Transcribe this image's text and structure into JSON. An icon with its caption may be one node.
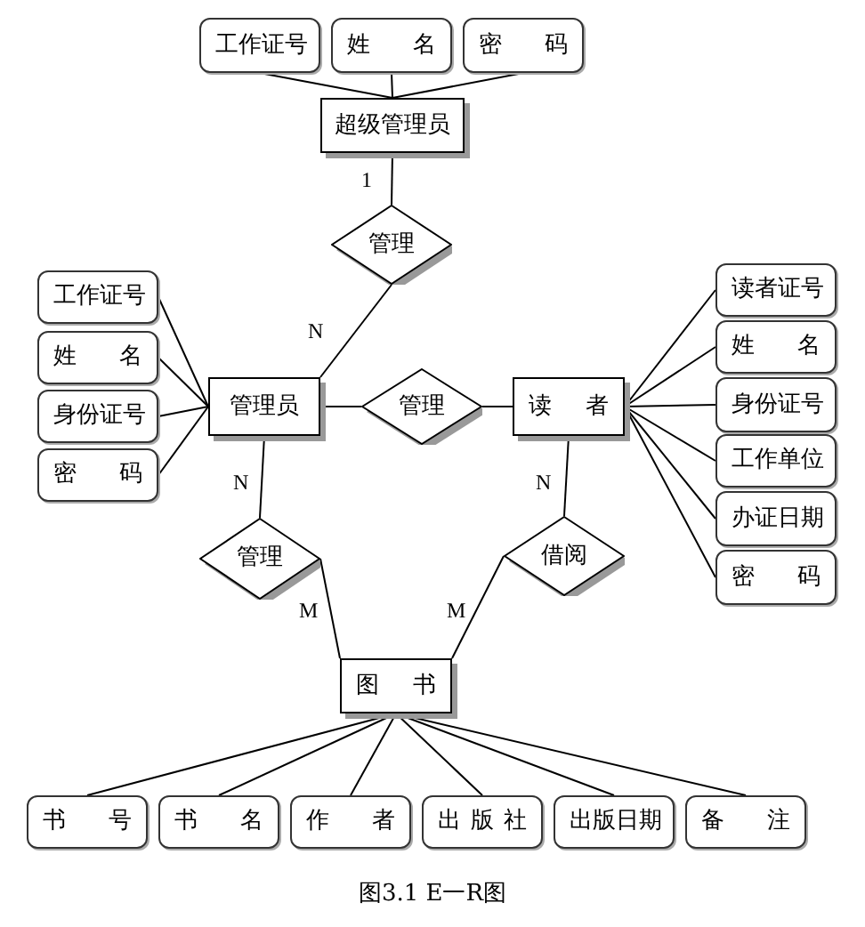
{
  "diagram": {
    "caption": "图3.1 E一R图",
    "nodes": [
      {
        "text": [
          "超级管理员"
        ]
      },
      {
        "text": [
          "工作证号"
        ]
      },
      {
        "text": [
          "姓 名"
        ]
      },
      {
        "text": [
          "密 码"
        ]
      },
      {
        "text": [
          "管理"
        ]
      },
      {
        "text": [
          "管理员"
        ]
      },
      {
        "text": [
          "工作证号"
        ]
      },
      {
        "text": [
          "姓 名"
        ]
      },
      {
        "text": [
          "身份证号"
        ]
      },
      {
        "text": [
          "密 码"
        ]
      },
      {
        "text": [
          "管理"
        ]
      },
      {
        "text": [
          "读 者"
        ]
      },
      {
        "text": [
          "读者证号"
        ]
      },
      {
        "text": [
          "姓 名"
        ]
      },
      {
        "text": [
          "身份证号"
        ]
      },
      {
        "text": [
          "工作单位"
        ]
      },
      {
        "text": [
          "办证日期"
        ]
      },
      {
        "text": [
          "密 码"
        ]
      },
      {
        "text": [
          "管理"
        ]
      },
      {
        "text": [
          "借阅"
        ]
      },
      {
        "text": [
          "图 书"
        ]
      },
      {
        "text": [
          "书 号"
        ]
      },
      {
        "text": [
          "书 名"
        ]
      },
      {
        "text": [
          "作 者"
        ]
      },
      {
        "text": [
          "出 版 社"
        ]
      },
      {
        "text": [
          "出版日期"
        ]
      },
      {
        "text": [
          "备 注"
        ]
      }
    ],
    "edges": [
      {
        "from": 1,
        "to": 0,
        "arrow": "none"
      },
      {
        "from": 2,
        "to": 0,
        "arrow": "none"
      },
      {
        "from": 3,
        "to": 0,
        "arrow": "none"
      },
      {
        "from": 0,
        "to": 4,
        "arrow": "none",
        "label": "1"
      },
      {
        "from": 4,
        "to": 5,
        "arrow": "none",
        "label": "N"
      },
      {
        "from": 6,
        "to": 5,
        "arrow": "none"
      },
      {
        "from": 7,
        "to": 5,
        "arrow": "none"
      },
      {
        "from": 8,
        "to": 5,
        "arrow": "none"
      },
      {
        "from": 9,
        "to": 5,
        "arrow": "none"
      },
      {
        "from": 5,
        "to": 10,
        "arrow": "none"
      },
      {
        "from": 10,
        "to": 11,
        "arrow": "none"
      },
      {
        "from": 11,
        "to": 12,
        "arrow": "none"
      },
      {
        "from": 11,
        "to": 13,
        "arrow": "none"
      },
      {
        "from": 11,
        "to": 14,
        "arrow": "none"
      },
      {
        "from": 11,
        "to": 15,
        "arrow": "none"
      },
      {
        "from": 11,
        "to": 16,
        "arrow": "none"
      },
      {
        "from": 11,
        "to": 17,
        "arrow": "none"
      },
      {
        "from": 5,
        "to": 18,
        "arrow": "none",
        "label": "N"
      },
      {
        "from": 18,
        "to": 20,
        "arrow": "none",
        "label": "M"
      },
      {
        "from": 11,
        "to": 19,
        "arrow": "none",
        "label": "N"
      },
      {
        "from": 19,
        "to": 20,
        "arrow": "none",
        "label": "M"
      },
      {
        "from": 20,
        "to": 21,
        "arrow": "none"
      },
      {
        "from": 20,
        "to": 22,
        "arrow": "none"
      },
      {
        "from": 20,
        "to": 23,
        "arrow": "none"
      },
      {
        "from": 20,
        "to": 24,
        "arrow": "none"
      },
      {
        "from": 20,
        "to": 25,
        "arrow": "none"
      },
      {
        "from": 20,
        "to": 26,
        "arrow": "none"
      }
    ]
  }
}
